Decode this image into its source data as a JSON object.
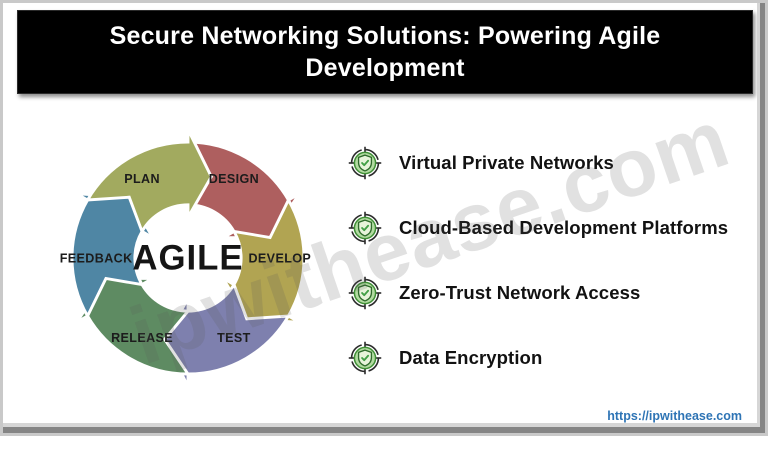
{
  "title": {
    "line1": "Secure Networking Solutions: Powering Agile",
    "line2": "Development"
  },
  "watermark": {
    "text": "ipwithease.com"
  },
  "agile_cycle": {
    "center_label": "AGILE",
    "segments": [
      {
        "label": "DESIGN",
        "color": "#ae5f5f",
        "start_deg": 0,
        "end_deg": 60
      },
      {
        "label": "DEVELOP",
        "color": "#b1a452",
        "start_deg": 60,
        "end_deg": 120
      },
      {
        "label": "TEST",
        "color": "#7e80ae",
        "start_deg": 120,
        "end_deg": 180
      },
      {
        "label": "RELEASE",
        "color": "#5e8b62",
        "start_deg": 180,
        "end_deg": 240
      },
      {
        "label": "FEEDBACK",
        "color": "#4f86a4",
        "start_deg": 240,
        "end_deg": 300
      },
      {
        "label": "PLAN",
        "color": "#a2aa5f",
        "start_deg": 300,
        "end_deg": 360
      }
    ],
    "divider_color": "#ffffff"
  },
  "solutions": {
    "items": [
      {
        "label": "Virtual Private Networks"
      },
      {
        "label": "Cloud-Based Development Platforms"
      },
      {
        "label": "Zero-Trust Network Access"
      },
      {
        "label": "Data Encryption"
      }
    ],
    "icon": {
      "name": "shield-check-badge-icon",
      "circle_fill": "#b2dba1",
      "circle_stroke": "#3f8f35",
      "shield_fill": "#e7f4da",
      "shield_stroke": "#2f6b2c",
      "check_color": "#43a047",
      "reticle_color": "#2b2b2b"
    }
  },
  "footer": {
    "url": "https://ipwithease.com"
  }
}
